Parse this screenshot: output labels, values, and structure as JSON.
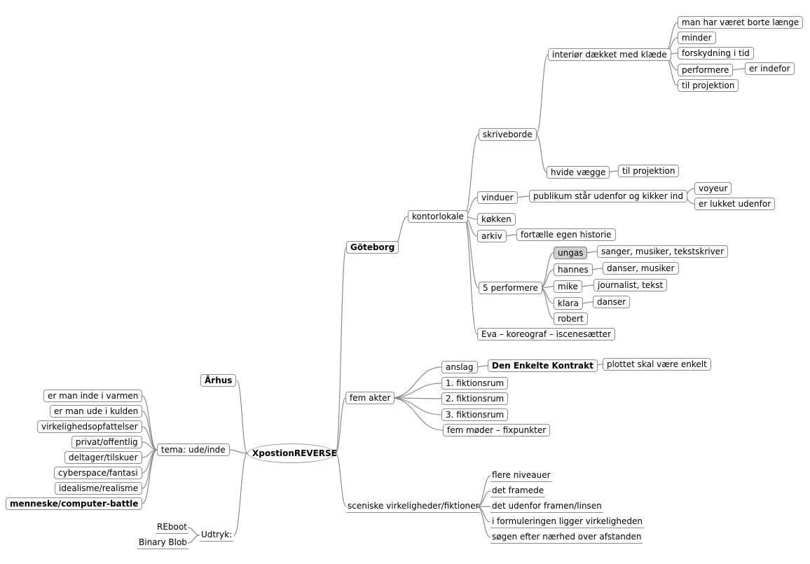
{
  "root": "XpostionREVERSE",
  "goteborg": {
    "label": "Göteborg",
    "kontorlokale": "kontorlokale",
    "skriveborde": "skriveborde",
    "interior": "interiør dækket med klæde",
    "interior_children": [
      "man har været borte længe",
      "minder",
      "forskydning i tid",
      "performere",
      "til projektion"
    ],
    "er_indefor": "er indefor",
    "hvide_vaegge": "hvide vægge",
    "hvide_til_projektion": "til projektion",
    "vinduer": "vinduer",
    "publikum": "publikum står udenfor og kikker ind",
    "voyeur": "voyeur",
    "er_lukket": "er lukket udenfor",
    "kokken": "køkken",
    "arkiv": "arkiv",
    "fortaelle": "fortælle egen historie",
    "performere5": "5 performere",
    "performers": [
      {
        "name": "ungas",
        "desc": "sanger, musiker, tekstskriver"
      },
      {
        "name": "hannes",
        "desc": "danser, musiker"
      },
      {
        "name": "mike",
        "desc": "journalist, tekst"
      },
      {
        "name": "klara",
        "desc": "danser"
      },
      {
        "name": "robert",
        "desc": ""
      }
    ],
    "eva": "Eva – koreograf – iscenesætter"
  },
  "fem_akter": {
    "label": "fem akter",
    "anslag": "anslag",
    "kontrakt": "Den Enkelte Kontrakt",
    "plottet": "plottet skal være enkelt",
    "items": [
      "1. fiktionsrum",
      "2. fiktionsrum",
      "3. fiktionsrum",
      "fem møder – fixpunkter"
    ]
  },
  "sceniske": {
    "label": "sceniske virkeligheder/fiktioner",
    "items": [
      "flere niveauer",
      "det framede",
      "det udenfor framen/linsen",
      "i formuleringen ligger virkeligheden",
      "søgen efter nærhed over afstanden"
    ]
  },
  "arhus": "Århus",
  "tema": {
    "label": "tema: ude/inde",
    "items": [
      "er man inde i varmen",
      "er man ude i kulden",
      "virkelighedsopfattelser",
      "privat/offentlig",
      "deltager/tilskuer",
      "cyberspace/fantasi",
      "idealisme/realisme"
    ],
    "bold_item": "menneske/computer-battle"
  },
  "udtryk": {
    "label": "Udtryk:",
    "items": [
      "REboot",
      "Binary Blob"
    ]
  },
  "colors": {
    "line": "#8a8a8a",
    "border": "#8c8c8c",
    "selected": "#cfcfcf"
  }
}
